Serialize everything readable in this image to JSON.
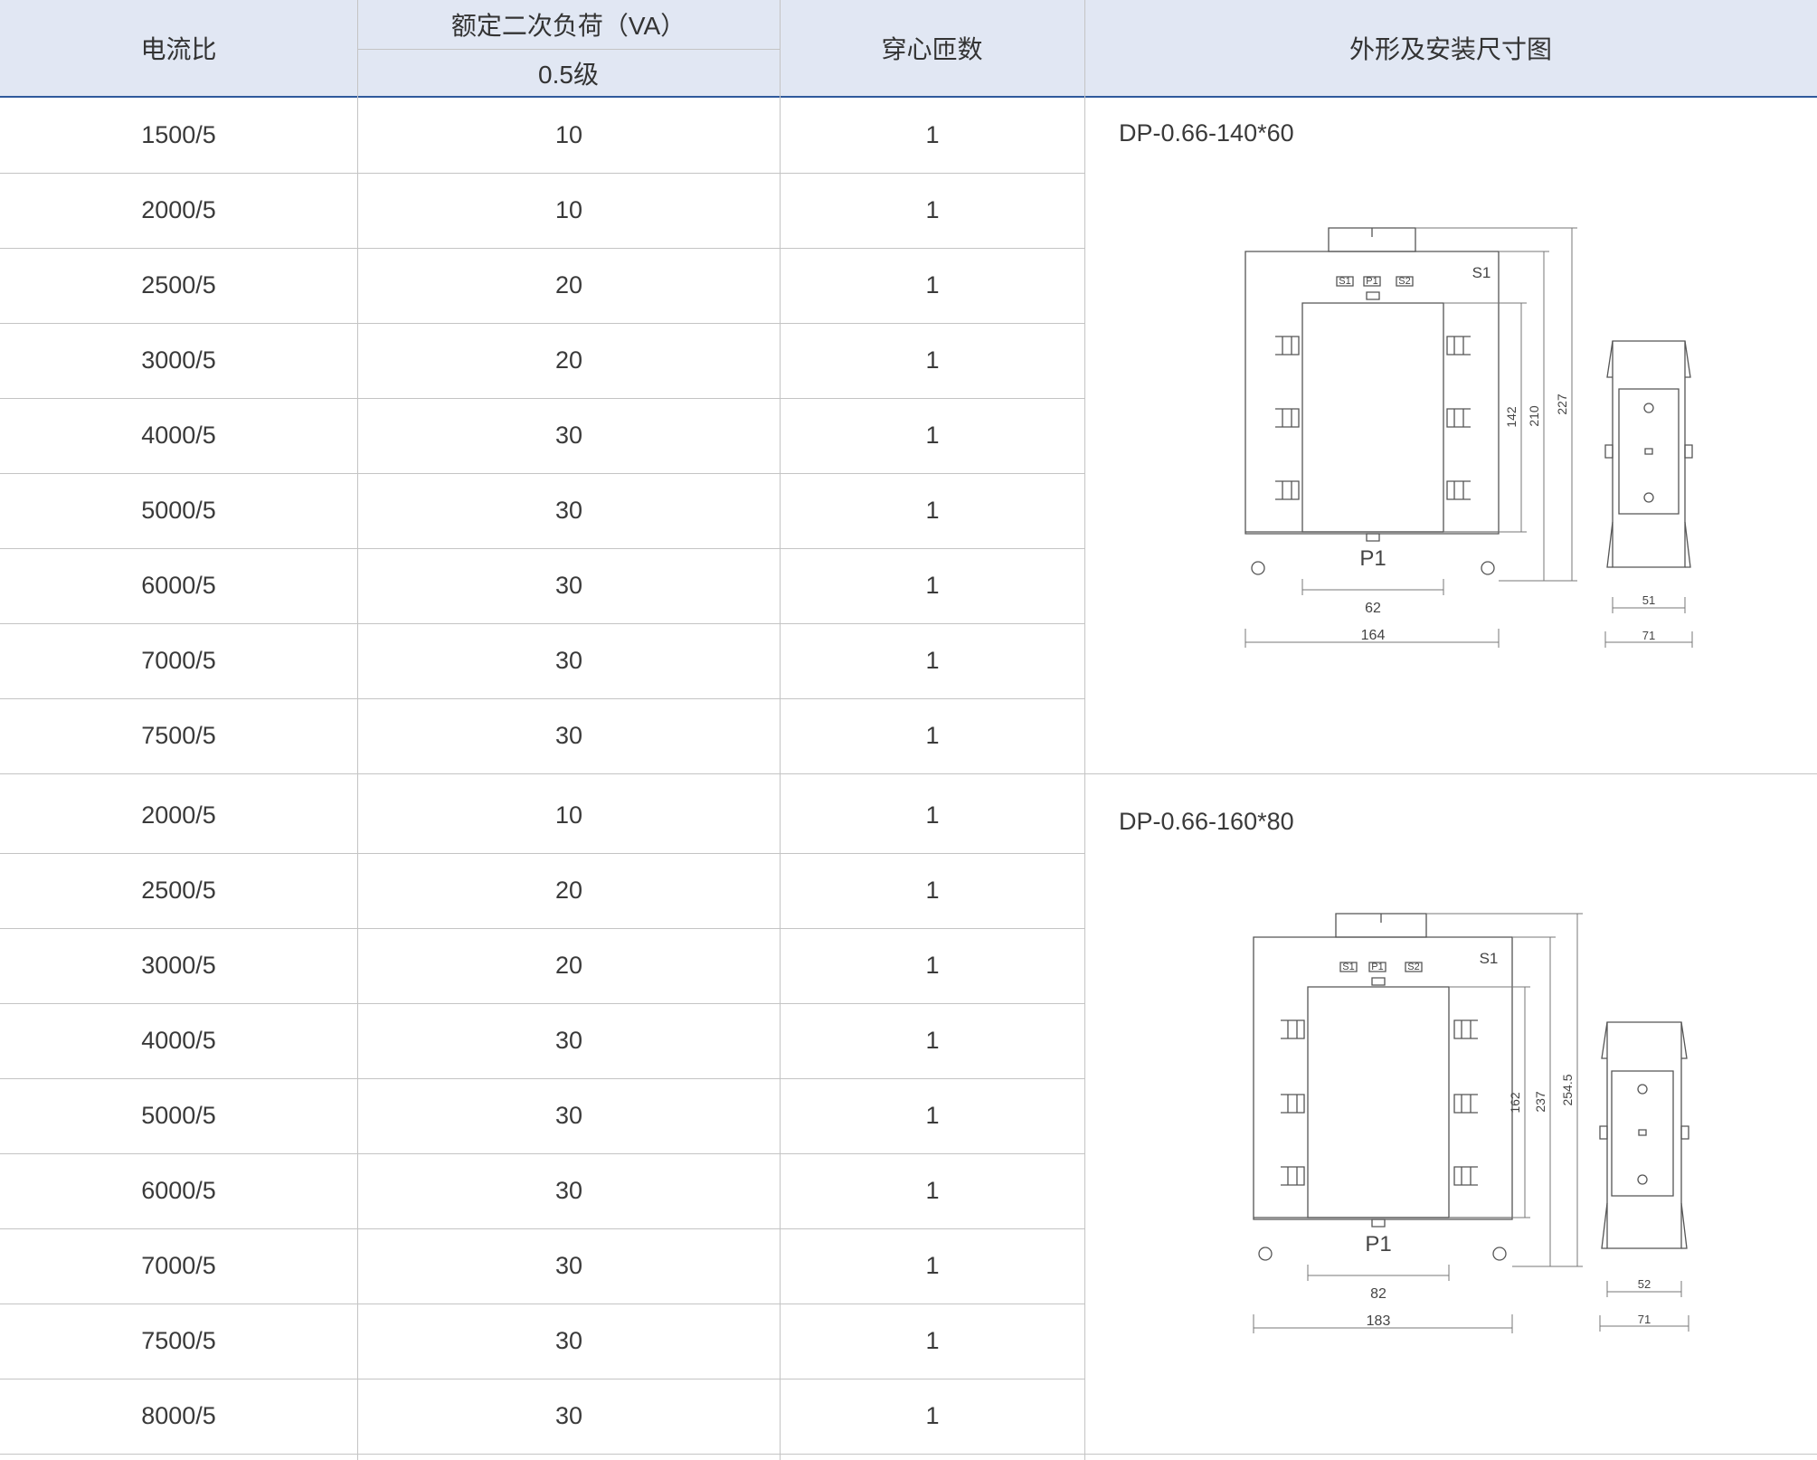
{
  "header": {
    "col1": "电流比",
    "col2_top": "额定二次负荷（VA）",
    "col2_sub": "0.5级",
    "col3": "穿心匝数",
    "col4": "外形及安装尺寸图"
  },
  "groups": [
    {
      "model": "DP-0.66-140*60",
      "rows": [
        {
          "ratio": "1500/5",
          "load": "10",
          "turns": "1"
        },
        {
          "ratio": "2000/5",
          "load": "10",
          "turns": "1"
        },
        {
          "ratio": "2500/5",
          "load": "20",
          "turns": "1"
        },
        {
          "ratio": "3000/5",
          "load": "20",
          "turns": "1"
        },
        {
          "ratio": "4000/5",
          "load": "30",
          "turns": "1"
        },
        {
          "ratio": "5000/5",
          "load": "30",
          "turns": "1"
        },
        {
          "ratio": "6000/5",
          "load": "30",
          "turns": "1"
        },
        {
          "ratio": "7000/5",
          "load": "30",
          "turns": "1"
        },
        {
          "ratio": "7500/5",
          "load": "30",
          "turns": "1"
        }
      ],
      "drawing": {
        "terminal_s1": "S1",
        "terminal_p1": "P1",
        "terminal_s2": "S2",
        "corner_s1": "S1",
        "bottom_p1": "P1",
        "dim_inner_width": "62",
        "dim_outer_width": "164",
        "dim_inner_height": "142",
        "dim_mid_height": "210",
        "dim_total_height": "227",
        "dim_side_inner": "51",
        "dim_side_outer": "71"
      }
    },
    {
      "model": "DP-0.66-160*80",
      "rows": [
        {
          "ratio": "2000/5",
          "load": "10",
          "turns": "1"
        },
        {
          "ratio": "2500/5",
          "load": "20",
          "turns": "1"
        },
        {
          "ratio": "3000/5",
          "load": "20",
          "turns": "1"
        },
        {
          "ratio": "4000/5",
          "load": "30",
          "turns": "1"
        },
        {
          "ratio": "5000/5",
          "load": "30",
          "turns": "1"
        },
        {
          "ratio": "6000/5",
          "load": "30",
          "turns": "1"
        },
        {
          "ratio": "7000/5",
          "load": "30",
          "turns": "1"
        },
        {
          "ratio": "7500/5",
          "load": "30",
          "turns": "1"
        },
        {
          "ratio": "8000/5",
          "load": "30",
          "turns": "1"
        }
      ],
      "drawing": {
        "terminal_s1": "S1",
        "terminal_p1": "P1",
        "terminal_s2": "S2",
        "corner_s1": "S1",
        "bottom_p1": "P1",
        "dim_inner_width": "82",
        "dim_outer_width": "183",
        "dim_inner_height": "162",
        "dim_mid_height": "237",
        "dim_total_height": "254.5",
        "dim_side_inner": "52",
        "dim_side_outer": "71"
      }
    }
  ]
}
